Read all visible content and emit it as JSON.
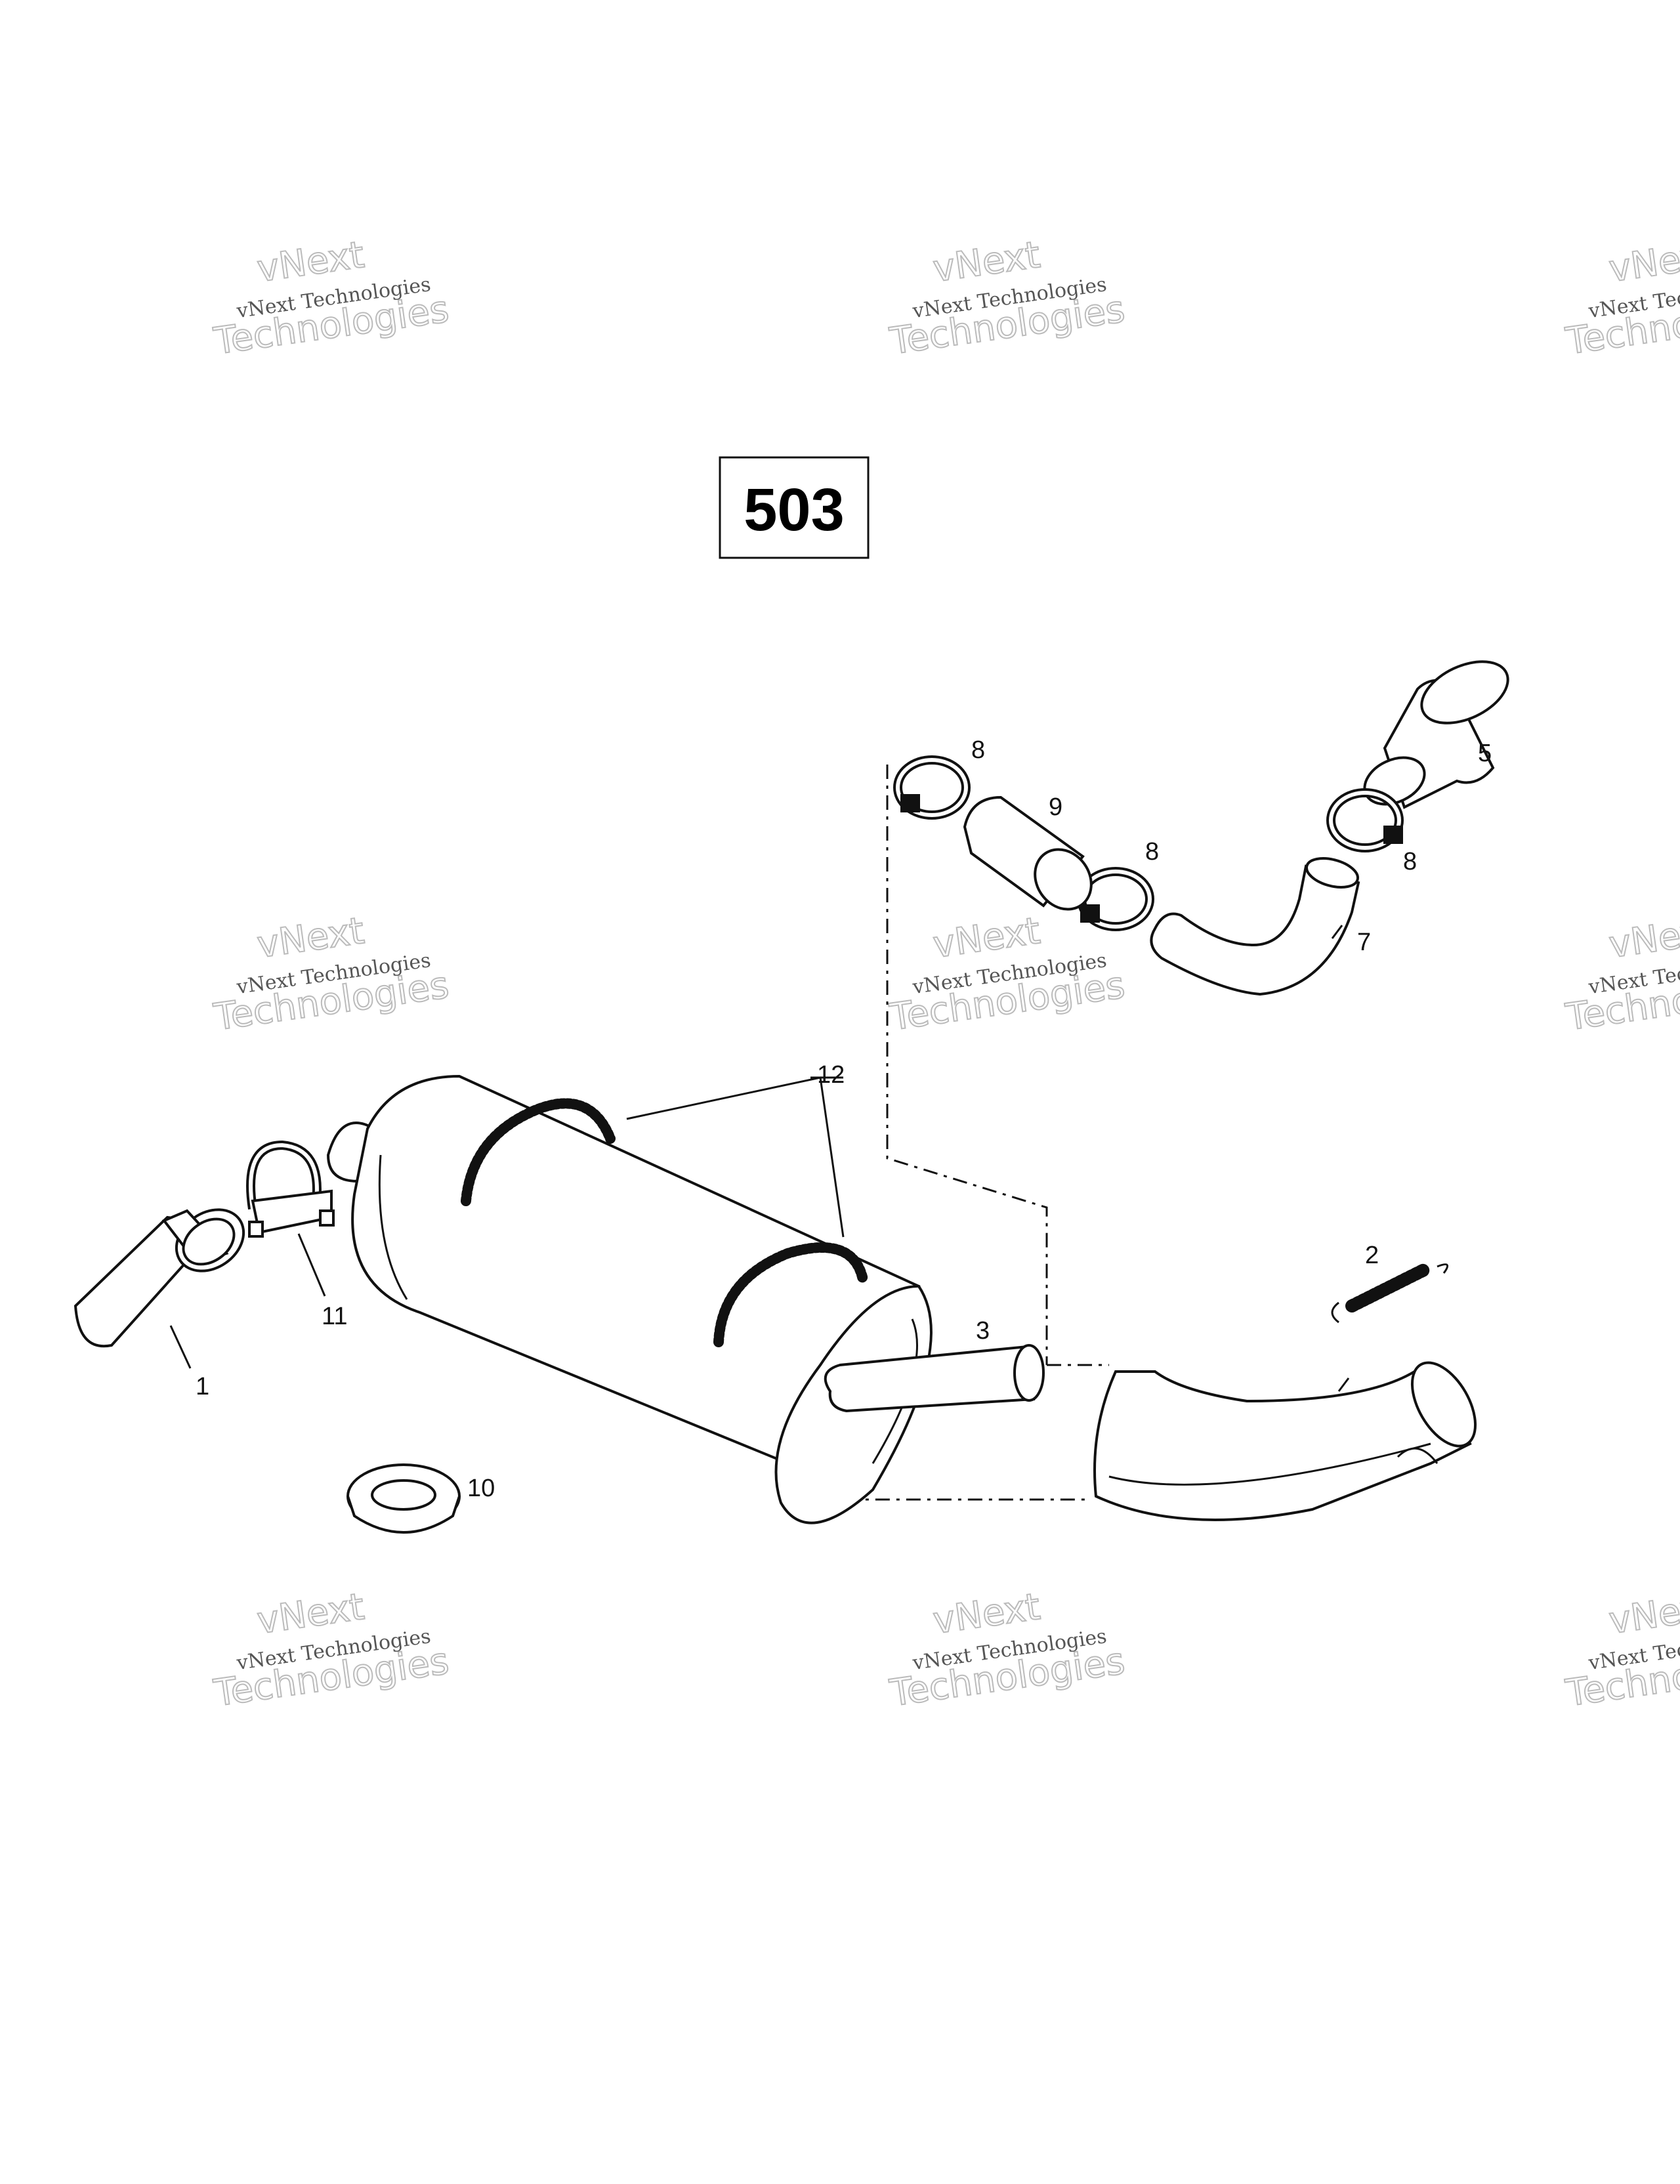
{
  "diagram": {
    "title": "503",
    "callouts": [
      "1",
      "2",
      "3",
      "5",
      "7",
      "8",
      "8",
      "8",
      "9",
      "10",
      "11",
      "12"
    ],
    "watermark": {
      "line1": "vNext Technologies",
      "line2": "vNext",
      "line3": "Technologies"
    }
  }
}
